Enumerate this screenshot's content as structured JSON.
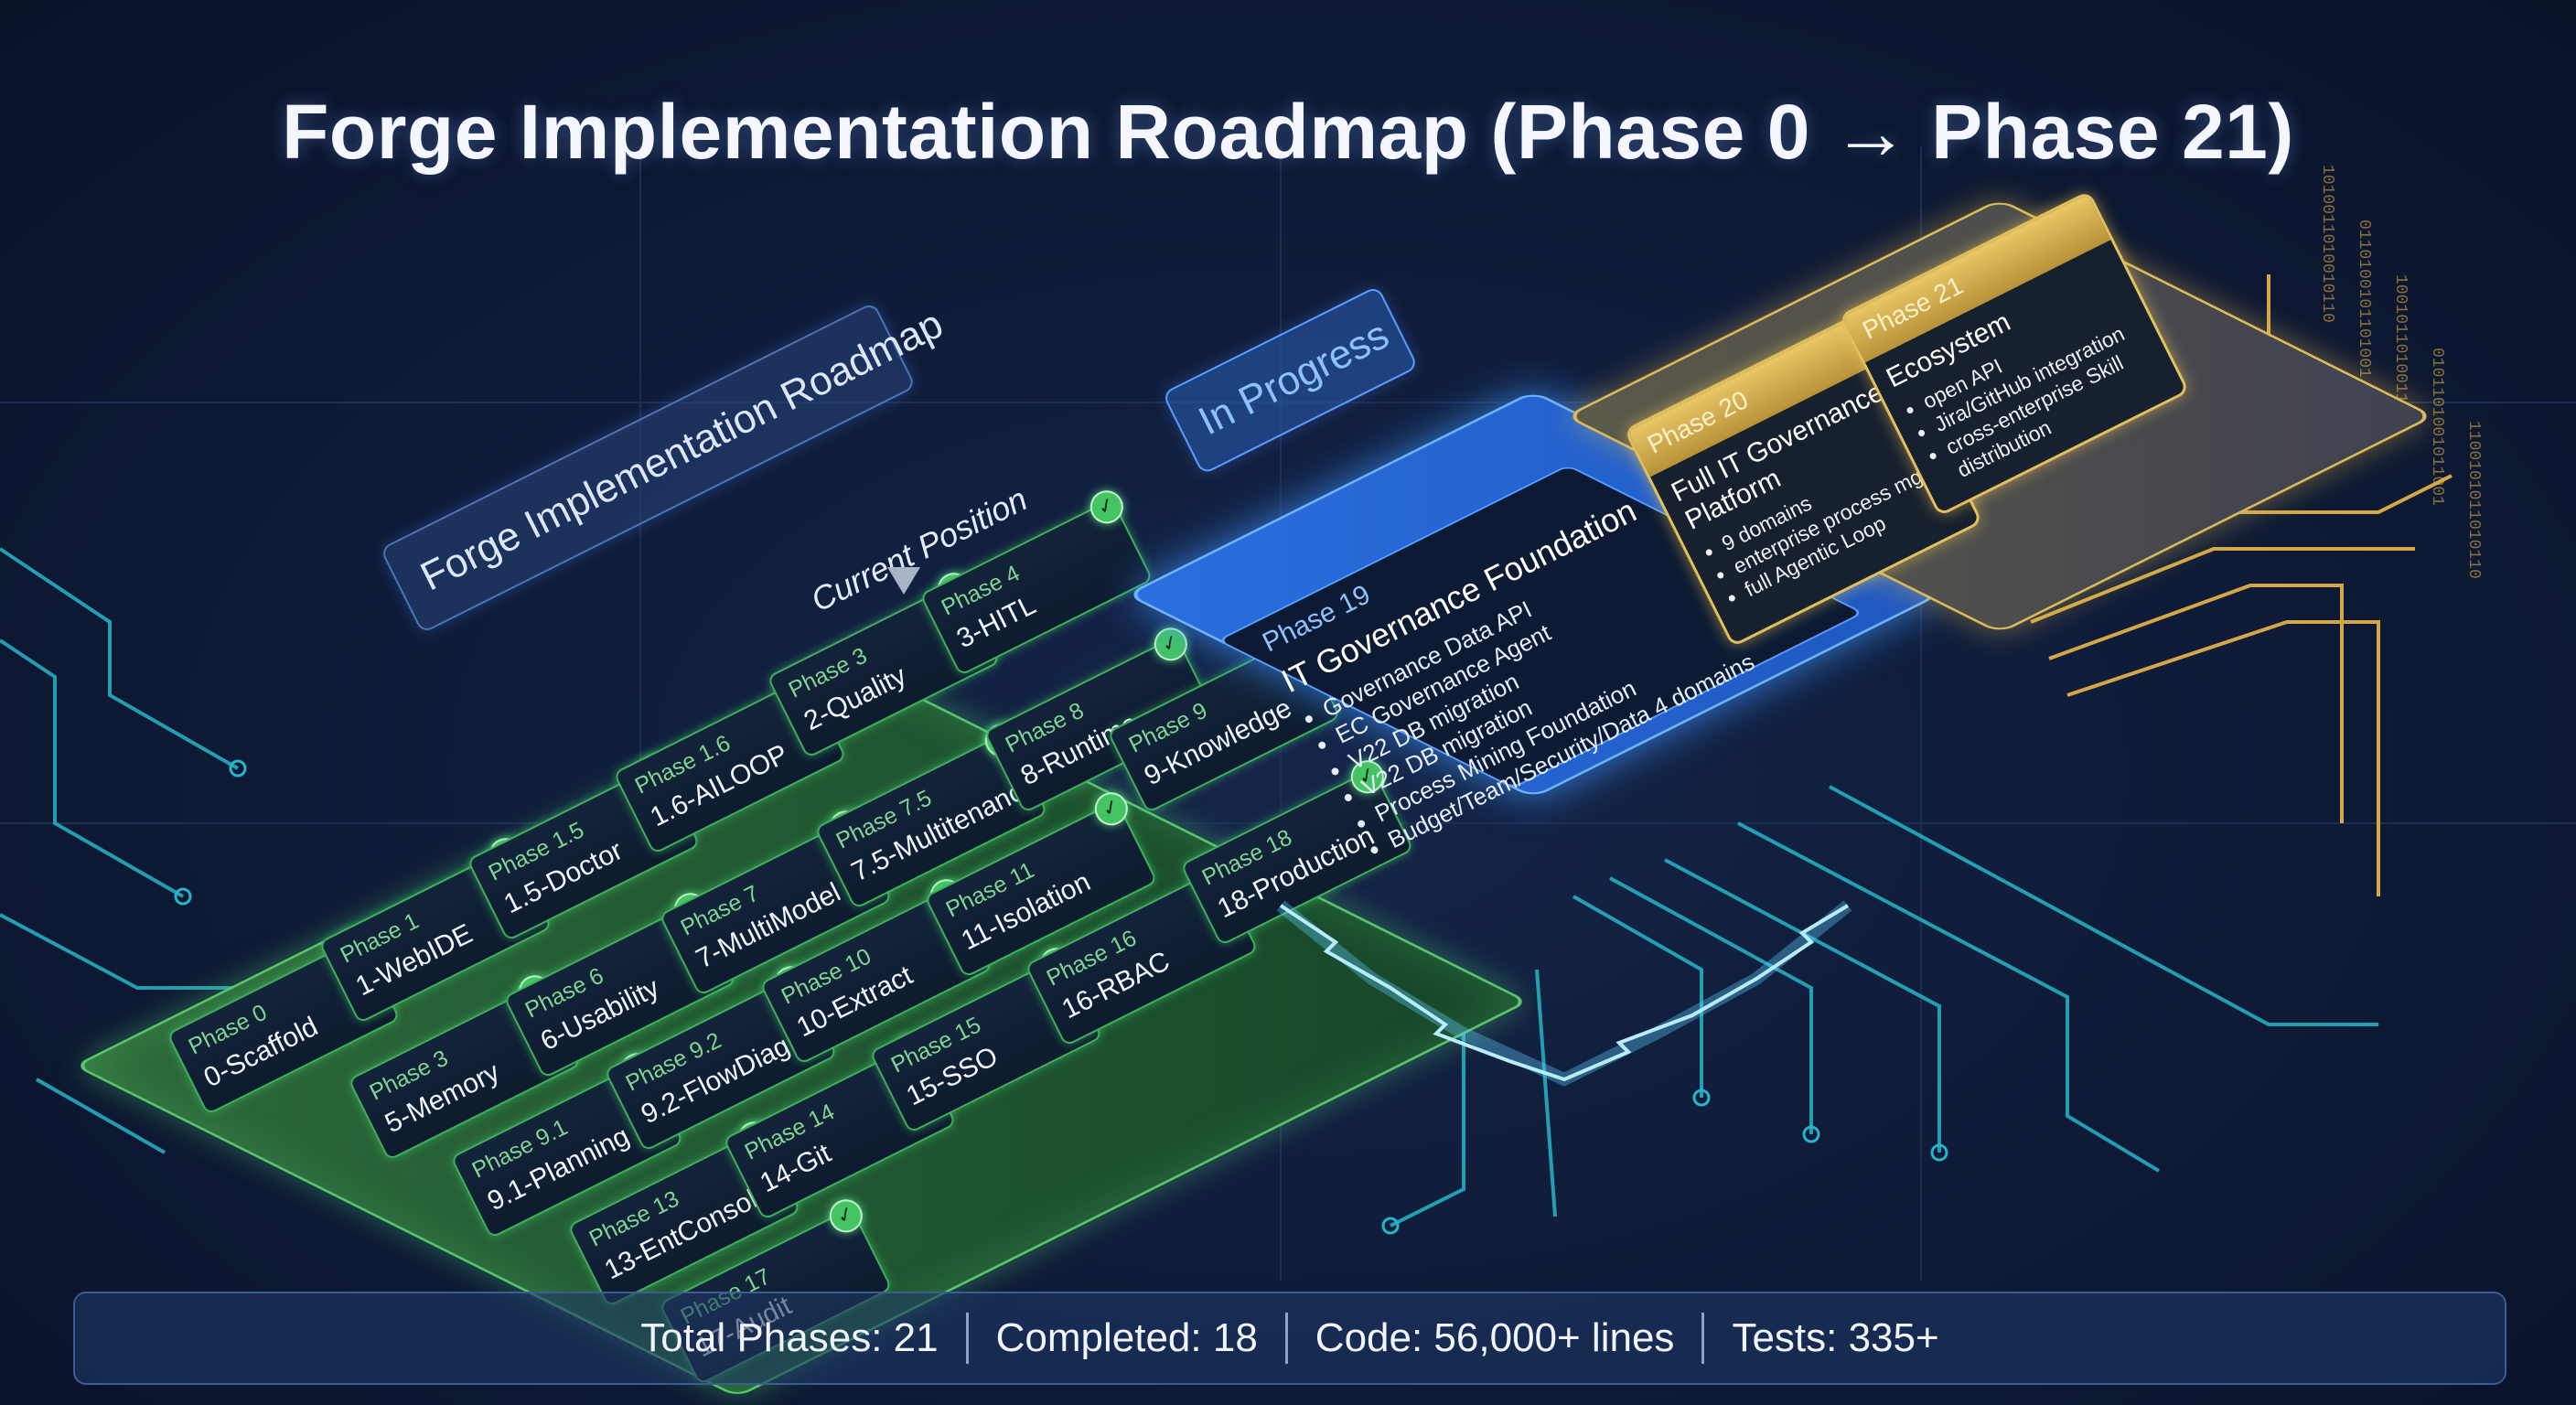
{
  "title": "Forge Implementation Roadmap (Phase 0 → Phase 21)",
  "roadmap_label": "Forge Implementation Roadmap",
  "current_position_label": "Current Position",
  "in_progress_label": "In Progress",
  "completed_phases": [
    {
      "phase": "Phase 0",
      "name": "0-Scaffold"
    },
    {
      "phase": "Phase 1",
      "name": "1-WebIDE"
    },
    {
      "phase": "Phase 1.5",
      "name": "1.5-Doctor"
    },
    {
      "phase": "Phase 1.6",
      "name": "1.6-AILOOP"
    },
    {
      "phase": "Phase 3",
      "name": "2-Quality"
    },
    {
      "phase": "Phase 4",
      "name": "3-HITL"
    },
    {
      "phase": "Phase 3",
      "name": "5-Memory"
    },
    {
      "phase": "Phase 6",
      "name": "6-Usability"
    },
    {
      "phase": "Phase 7",
      "name": "7-MultiModel"
    },
    {
      "phase": "Phase 7.5",
      "name": "7.5-Multitenance"
    },
    {
      "phase": "Phase 8",
      "name": "8-Runtime"
    },
    {
      "phase": "Phase 9",
      "name": "9-Knowledge"
    },
    {
      "phase": "Phase 9.1",
      "name": "9.1-Planning"
    },
    {
      "phase": "Phase 9.2",
      "name": "9.2-FlowDiagram"
    },
    {
      "phase": "Phase 10",
      "name": "10-Extract"
    },
    {
      "phase": "Phase 11",
      "name": "11-Isolation"
    },
    {
      "phase": "Phase 13",
      "name": "13-EntConsole"
    },
    {
      "phase": "Phase 14",
      "name": "14-Git"
    },
    {
      "phase": "Phase 15",
      "name": "15-SSO"
    },
    {
      "phase": "Phase 16",
      "name": "16-RBAC"
    },
    {
      "phase": "Phase 17",
      "name": "17-Audit"
    },
    {
      "phase": "Phase 18",
      "name": "18-Production"
    }
  ],
  "current_phase": {
    "phase": "Phase 19",
    "title": "IT Governance Foundation",
    "items": [
      "Governance Data API",
      "EC Governance Agent",
      "V22 DB migration",
      "V22 DB migration",
      "Process Mining Foundation",
      "Budget/Team/Security/Data 4 domains"
    ]
  },
  "future_phases": [
    {
      "phase": "Phase 20",
      "title": "Full IT Governance Platform",
      "items": [
        "9 domains",
        "enterprise process mgm",
        "full Agentic Loop"
      ]
    },
    {
      "phase": "Phase 21",
      "title": "Ecosystem",
      "items": [
        "open API",
        "Jira/GitHub integration",
        "cross-enterprise Skill distribution"
      ]
    }
  ],
  "stats": {
    "total": "Total Phases: 21",
    "completed": "Completed: 18",
    "code": "Code: 56,000+ lines",
    "tests": "Tests: 335+"
  },
  "colors": {
    "completed": "#45c464",
    "in_progress": "#2a6fe0",
    "future": "#e0bf5c",
    "background": "#0e1a36"
  }
}
